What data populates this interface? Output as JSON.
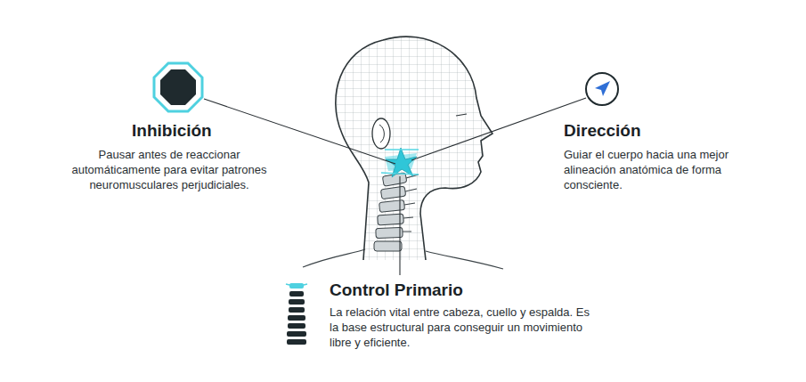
{
  "diagram": {
    "labels": [
      "Inhibición",
      "Pausar antes de reaccionar automáticamente para evitar patrones neuromusculares perjudiciales.",
      "Dirección",
      "Guiar el cuerpo hacia una mejor alineación anatómica de forma consciente.",
      "Control Primario",
      "La relación vital entre cabeza, cuello y espalda. Es la base estructural para conseguir un movimiento libre y eficiente."
    ]
  }
}
